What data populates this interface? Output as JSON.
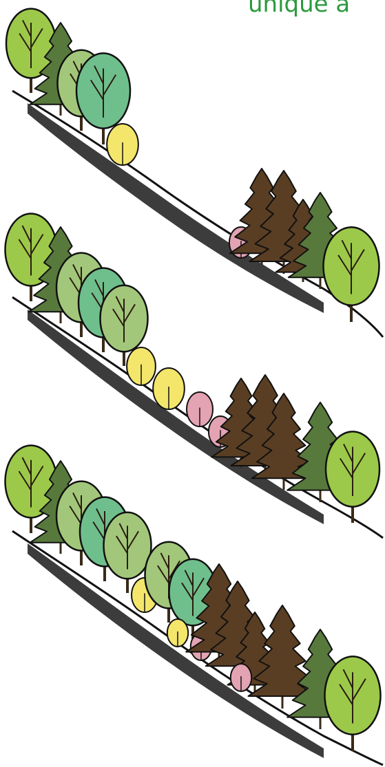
{
  "caption": {
    "text": "unique a",
    "color": "#2a9a3c"
  },
  "palette": {
    "light_green": "#9cc94a",
    "dark_green": "#58793c",
    "sage": "#a2c77a",
    "teal": "#6fbf8d",
    "yellow": "#f3e66b",
    "pink": "#e3a3b3",
    "brown": "#5a3e23",
    "outline": "#111111",
    "rock": "#1a1a1a"
  },
  "panels": [
    {
      "name": "panel-top",
      "trees": [
        "light_green",
        "dark_green",
        "sage",
        "teal",
        "yellow",
        "pink",
        "brown",
        "brown",
        "brown",
        "dark_green",
        "light_green"
      ]
    },
    {
      "name": "panel-middle",
      "trees": [
        "light_green",
        "dark_green",
        "sage",
        "teal",
        "sage",
        "yellow",
        "yellow",
        "pink",
        "pink",
        "brown",
        "brown",
        "brown",
        "dark_green",
        "light_green"
      ]
    },
    {
      "name": "panel-bottom",
      "trees": [
        "light_green",
        "dark_green",
        "sage",
        "teal",
        "sage",
        "yellow",
        "sage",
        "teal",
        "yellow",
        "pink",
        "brown",
        "brown",
        "brown",
        "pink",
        "brown",
        "dark_green",
        "light_green"
      ]
    }
  ]
}
